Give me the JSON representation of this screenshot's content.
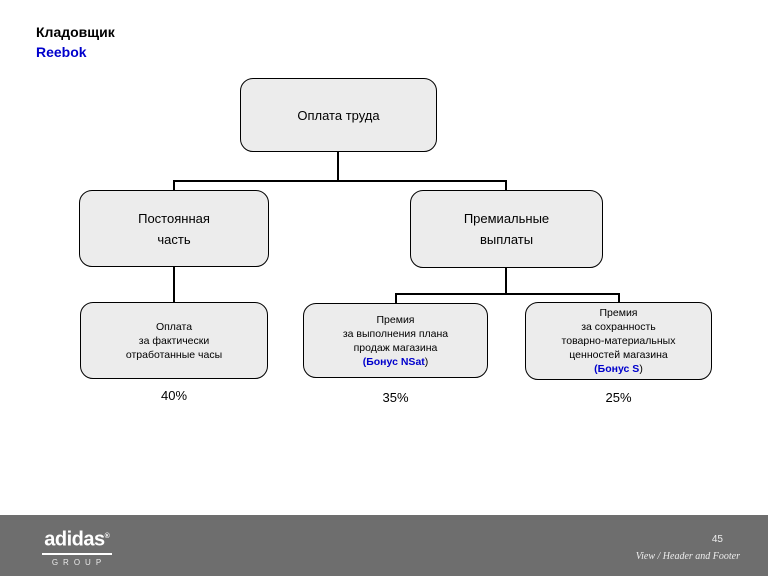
{
  "header": {
    "position": "Кладовщик",
    "brand": "Reebok"
  },
  "tree": {
    "root": {
      "label": "Оплата труда"
    },
    "level2": [
      {
        "line1": "Постоянная",
        "line2": "часть"
      },
      {
        "line1": "Премиальные",
        "line2": "выплаты"
      }
    ],
    "level3": [
      {
        "line1": "Оплата",
        "line2": "за фактически",
        "line3": "отработанные часы",
        "percent": "40%"
      },
      {
        "line1": "Премия",
        "line2": "за выполнения плана",
        "line3": "продаж магазина",
        "bonus": "(Бонус NSat",
        "bonus_close": ")",
        "percent": "35%"
      },
      {
        "line1": "Премия",
        "line2": "за сохранность",
        "line3": "товарно-материальных",
        "line4": "ценностей магазина",
        "bonus": "(Бонус S",
        "bonus_close": ")",
        "percent": "25%"
      }
    ]
  },
  "footer": {
    "logo_brand": "adidas",
    "logo_registered": "®",
    "logo_group": "GROUP",
    "page_number": "45",
    "note": "View / Header and Footer"
  },
  "colors": {
    "accent_blue": "#0000cc",
    "box_fill": "#ececec",
    "box_border": "#000000",
    "footer_gray": "#6e6e6e",
    "background": "#ffffff"
  }
}
